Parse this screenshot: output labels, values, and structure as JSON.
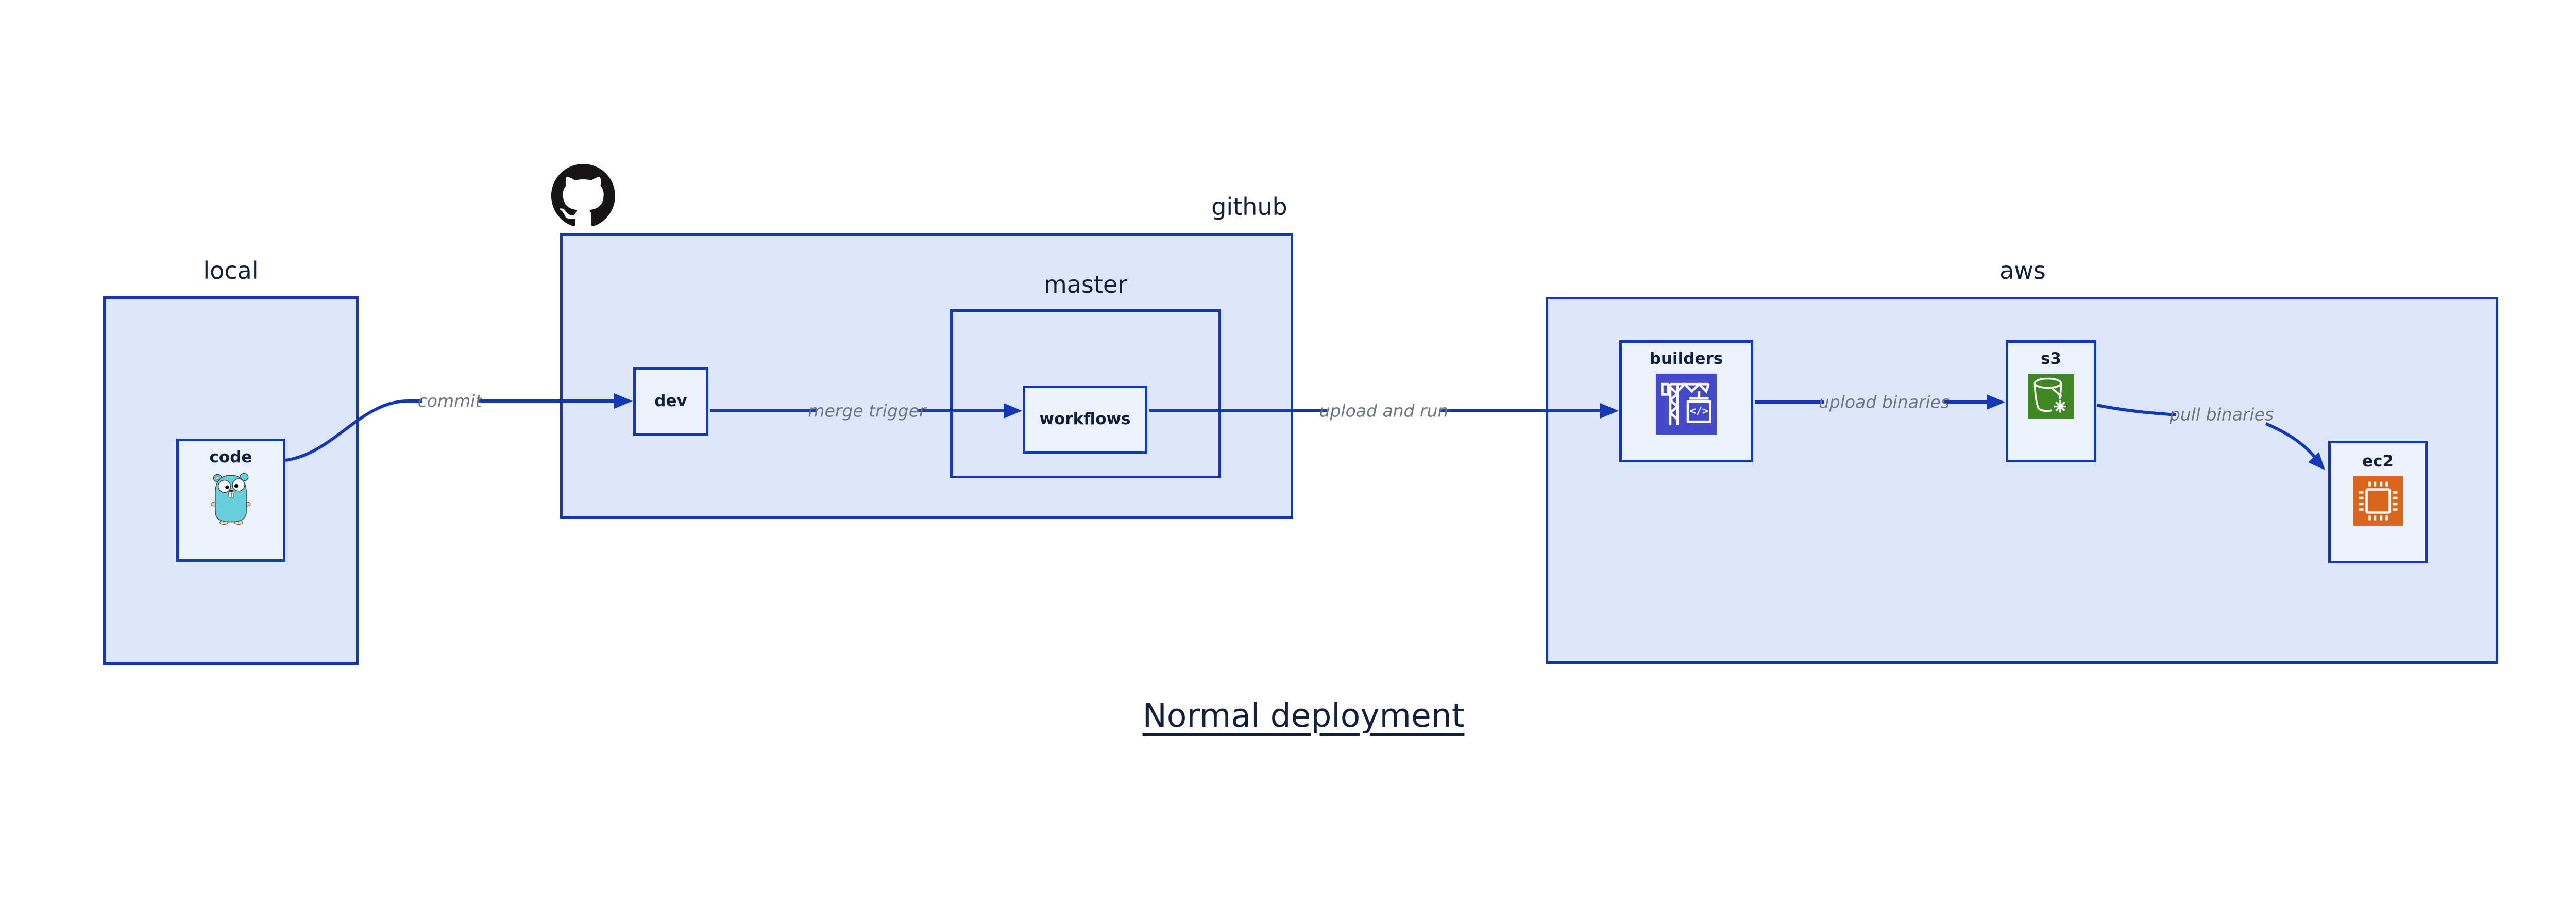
{
  "title": "Normal deployment",
  "groups": {
    "local": {
      "label": "local"
    },
    "github": {
      "label": "github"
    },
    "master": {
      "label": "master"
    },
    "aws": {
      "label": "aws"
    }
  },
  "nodes": {
    "code": {
      "label": "code"
    },
    "dev": {
      "label": "dev"
    },
    "workflows": {
      "label": "workflows"
    },
    "builders": {
      "label": "builders"
    },
    "s3": {
      "label": "s3"
    },
    "ec2": {
      "label": "ec2"
    }
  },
  "edges": {
    "commit": {
      "label": "commit"
    },
    "merge_trigger": {
      "label": "merge trigger"
    },
    "upload_and_run": {
      "label": "upload and run"
    },
    "upload_binaries": {
      "label": "upload binaries"
    },
    "pull_binaries": {
      "label": "pull binaries"
    }
  },
  "icons": {
    "octocat": "github-octocat-logo",
    "gopher": "go-gopher-mascot",
    "codebuild": "aws-codebuild-crane",
    "codebuild_glyph": "</>",
    "s3": "aws-s3-glacier-bucket-snowflake",
    "ec2": "aws-ec2-chip"
  },
  "colors": {
    "accent_blue": "#1238b8",
    "box_fill": "#dde5f8",
    "node_fill": "#edf1fb",
    "navy_text": "#141f3d",
    "edge_label_gray": "#6e7480",
    "octocat_black": "#171515",
    "codebuild_indigo": "#4349c8",
    "s3_green": "#3f8624",
    "ec2_orange": "#d9661a",
    "gopher_teal": "#67cfdb"
  }
}
